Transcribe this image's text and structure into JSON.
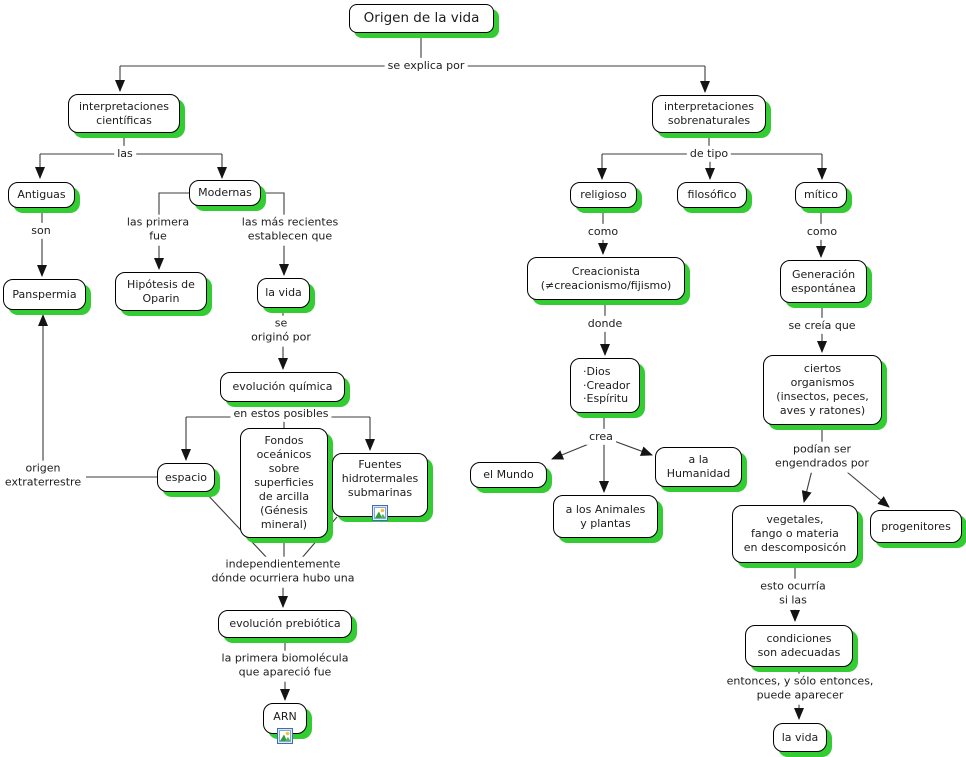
{
  "colors": {
    "node_fill": "#ffffff",
    "node_border": "#000000",
    "node_shadow": "#33cc33",
    "line": "#3c3c3c",
    "text": "#1c1c1c",
    "bg": "#ffffff"
  },
  "nodes": {
    "origen": "Origen de la vida",
    "interpretaciones_cientificas": "interpretaciones\ncientíficas",
    "antiguas": "Antiguas",
    "modernas": "Modernas",
    "panspermia": "Panspermia",
    "hipotesis_oparin": "Hipótesis de\nOparin",
    "la_vida_1": "la vida",
    "evolucion_quimica": "evolución química",
    "espacio": "espacio",
    "fondos_oceanicos": "Fondos\noceánicos\nsobre\nsuperficies\nde arcilla\n(Génesis\nmineral)",
    "fuentes_hidrotermales": "Fuentes\nhidrotermales\nsubmarinas",
    "evolucion_prebiotica": "evolución prebiótica",
    "arn": "ARN",
    "interpretaciones_sobrenaturales": "interpretaciones\nsobrenaturales",
    "religioso": "religioso",
    "filosofico": "filosófico",
    "mitico": "mítico",
    "creacionista": "Creacionista\n(≠creacionismo/fijismo)",
    "dios_creador_espiritu": "·Dios\n·Creador\n·Espíritu",
    "el_mundo": "el Mundo",
    "animales_plantas": "a los Animales\ny plantas",
    "humanidad": "a la\nHumanidad",
    "generacion_espontanea": "Generación\nespontánea",
    "ciertos_organismos": "ciertos\norganismos\n(insectos, peces,\naves y ratones)",
    "vegetales": "vegetales,\nfango o materia\nen descomposicón",
    "progenitores": "progenitores",
    "condiciones": "condiciones\nson adecuadas",
    "la_vida_2": "la vida"
  },
  "edge_labels": {
    "se_explica_por": "se explica por",
    "las": "las",
    "son": "son",
    "las_primera_fue": "las primera\nfue",
    "las_mas_recientes": "las más recientes\nestablecen que",
    "se_origino_por": "se\noriginó por",
    "en_estos_posibles": "en estos posibles",
    "origen_extraterrestre": "origen\nextraterrestre",
    "independientemente": "independientemente\ndónde ocurriera hubo una",
    "la_primera_biomolecula": "la primera biomolécula\nque apareció fue",
    "de_tipo": "de tipo",
    "como_religioso": "como",
    "donde": "donde",
    "crea": "crea",
    "como_mitico": "como",
    "se_creia_que": "se creía que",
    "podian_ser": "podían ser\nengendrados por",
    "esto_ocurria": "esto ocurría\nsi las",
    "entonces": "entonces, y sólo entonces,\npuede aparecer"
  },
  "icons": {
    "fuentes_resource": "image-icon",
    "arn_resource": "image-icon"
  }
}
